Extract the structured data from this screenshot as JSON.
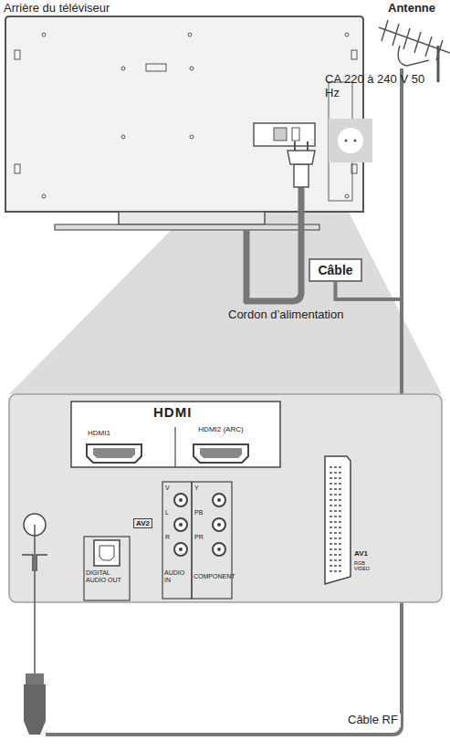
{
  "diagram": {
    "nodes": [
      {
        "text": [
          "Câble"
        ]
      }
    ],
    "labels": [
      "Arrière du téléviseur",
      "Antenne",
      "CA 220 à 240 V 50 Hz",
      "Cordon d’alimentation",
      "Câble RF",
      "HDMI",
      "HDMI1",
      "HDMI2 (ARC)",
      "AV2",
      "V",
      "L",
      "R",
      "AUDIO IN",
      "Y",
      "PB",
      "PR",
      "COMPONENT",
      "DIGITAL AUDIO OUT",
      "AV1",
      "RGB VIDEO"
    ]
  }
}
